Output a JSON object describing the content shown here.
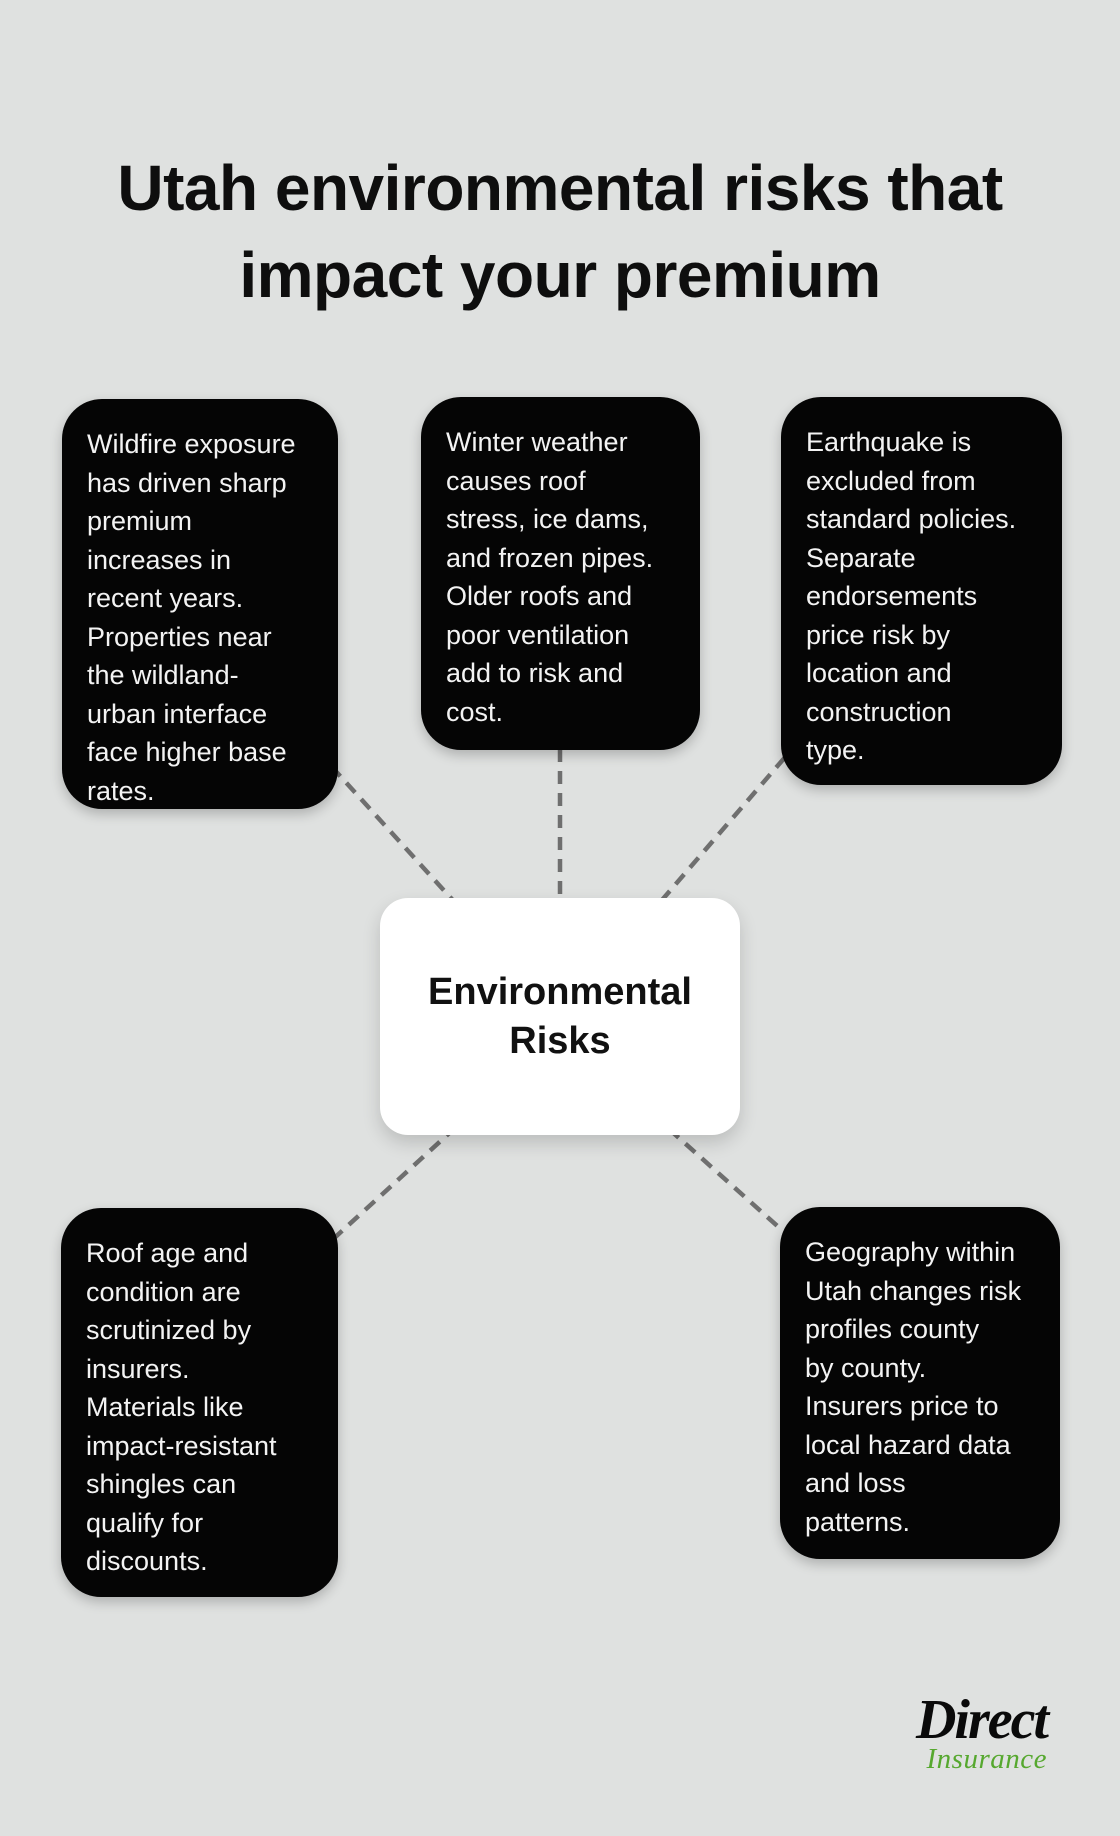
{
  "title": {
    "lines": [
      "Utah environmental risks that",
      "impact your premium"
    ]
  },
  "center": {
    "lines": [
      "Environmental",
      "Risks"
    ]
  },
  "boxes": [
    {
      "id": "wildfire",
      "lines": [
        "Wildfire exposure",
        "has driven sharp",
        "premium",
        "increases in",
        "recent years.",
        "Properties near",
        "the wildland-",
        "urban interface",
        "face higher base",
        "rates."
      ]
    },
    {
      "id": "winter-weather",
      "lines": [
        "Winter weather",
        "causes roof",
        "stress, ice dams,",
        "and frozen pipes.",
        "Older roofs and",
        "poor ventilation",
        "add to risk and",
        "cost."
      ]
    },
    {
      "id": "earthquake",
      "lines": [
        "Earthquake is",
        "excluded from",
        "standard policies.",
        "Separate",
        "endorsements",
        "price risk by",
        "location and",
        "construction",
        "type."
      ]
    },
    {
      "id": "roof-age",
      "lines": [
        "Roof age and",
        "condition are",
        "scrutinized by",
        "insurers.",
        "Materials like",
        "impact-resistant",
        "shingles can",
        "qualify for",
        "discounts."
      ]
    },
    {
      "id": "geography",
      "lines": [
        "Geography within",
        "Utah changes risk",
        "profiles county",
        "by county.",
        "Insurers price to",
        "local hazard data",
        "and loss",
        "patterns."
      ]
    }
  ],
  "logo": {
    "name": "Direct",
    "subtitle": "Insurance"
  },
  "colors": {
    "background": "#dfe1e0",
    "card_black": "#050505",
    "card_text": "#f3f3f3",
    "connector_gray": "#6f6f6f",
    "logo_green": "#56a82f"
  }
}
